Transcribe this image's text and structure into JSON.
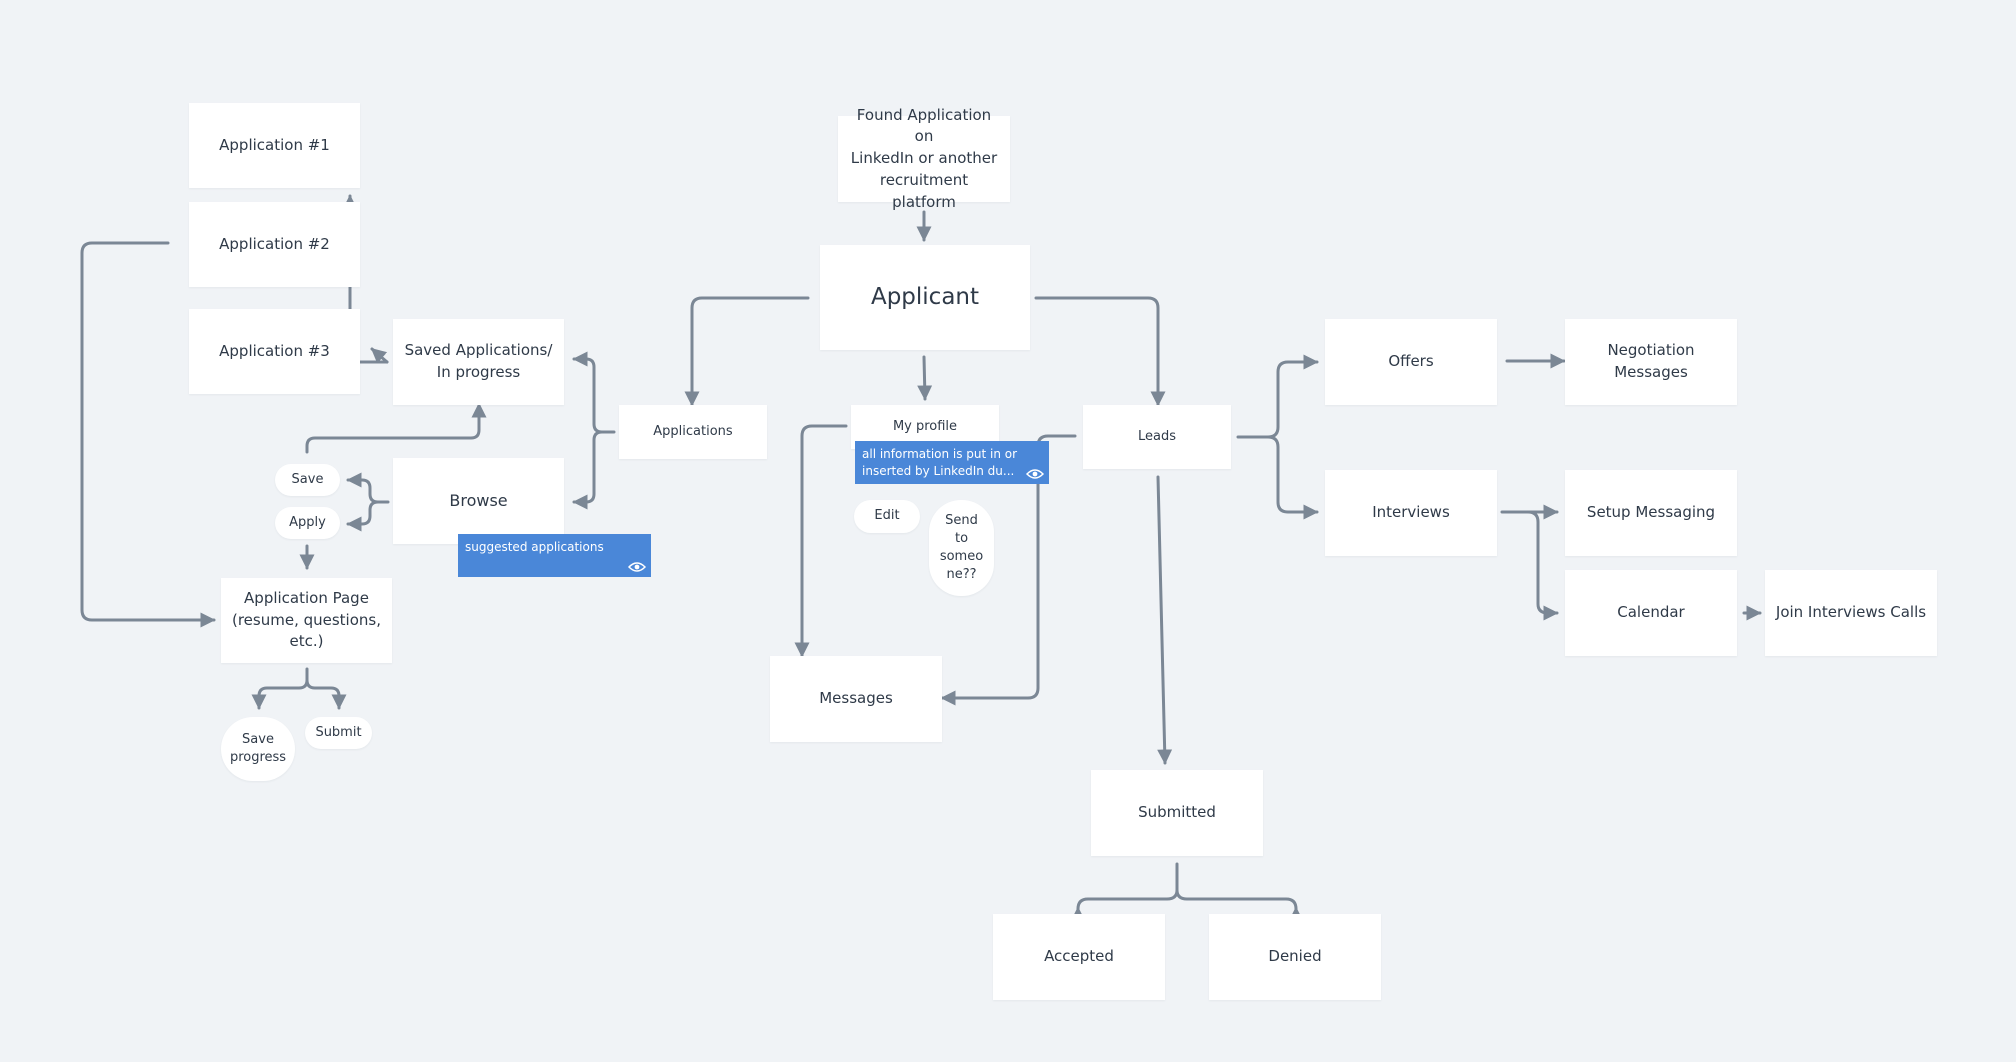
{
  "colors": {
    "background": "#f0f3f6",
    "card": "#ffffff",
    "connector": "#7b8795",
    "note": "#4a87d8",
    "text": "#2f3a48"
  },
  "nodes": {
    "app1": "Application #1",
    "app2": "Application #2",
    "app3": "Application #3",
    "saved": "Saved Applications/\nIn progress",
    "browse": "Browse",
    "save_pill": "Save",
    "apply_pill": "Apply",
    "app_page": "Application Page\n(resume, questions,\netc.)",
    "save_progress": "Save\nprogress",
    "submit_pill": "Submit",
    "applications": "Applications",
    "found": "Found Application on\nLinkedIn or another\nrecruitment platform",
    "applicant": "Applicant",
    "my_profile": "My profile",
    "edit": "Edit",
    "send": "Send\nto\nsomeo\nne??",
    "messages": "Messages",
    "leads": "Leads",
    "submitted": "Submitted",
    "accepted": "Accepted",
    "denied": "Denied",
    "offers": "Offers",
    "negotiation": "Negotiation\nMessages",
    "interviews": "Interviews",
    "setup": "Setup Messaging",
    "calendar": "Calendar",
    "join": "Join Interviews Calls"
  },
  "notes": {
    "suggested": "suggested applications",
    "profile_info": "all information is put in or inserted by LinkedIn du..."
  },
  "icons": {
    "note_icon": "eye-icon"
  }
}
